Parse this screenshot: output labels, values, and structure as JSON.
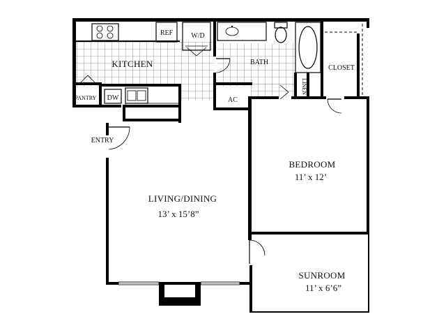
{
  "plan": {
    "rooms": {
      "kitchen": {
        "name": "KITCHEN"
      },
      "bath": {
        "name": "BATH"
      },
      "closet": {
        "name": "CLOSET"
      },
      "pantry": {
        "name": "PANTRY"
      },
      "entry": {
        "name": "ENTRY"
      },
      "ac": {
        "name": "AC"
      },
      "linen": {
        "name": "LINEN"
      },
      "living_dining": {
        "name": "LIVING/DINING",
        "dimensions": "13’ x 15’8”"
      },
      "bedroom": {
        "name": "BEDROOM",
        "dimensions": "11’ x 12’"
      },
      "sunroom": {
        "name": "SUNROOM",
        "dimensions": "11’ x 6’6”"
      }
    },
    "fixtures": {
      "refrigerator": "REF",
      "washer_dryer": "W/D",
      "dishwasher": "DW"
    },
    "colors": {
      "wall": "#000000",
      "background": "#ffffff",
      "tile_grid": "#555555"
    }
  }
}
